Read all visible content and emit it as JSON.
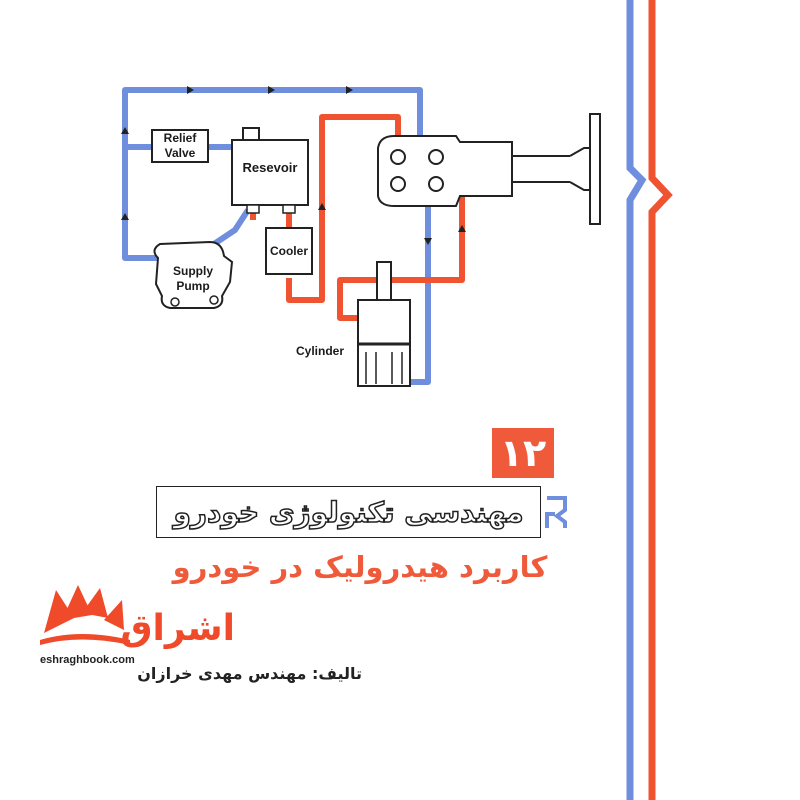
{
  "diagram": {
    "labels": {
      "relief_valve_line1": "Relief",
      "relief_valve_line2": "Valve",
      "reservoir": "Resevoir",
      "cooler": "Cooler",
      "supply_pump_line1": "Supply",
      "supply_pump_line2": "Pump",
      "cylinder": "Cylinder"
    }
  },
  "cover": {
    "volume_number": "۱۲",
    "series_title": "مهندسی تکنولوژی خودرو",
    "book_title": "کاربرد هیدرولیک در خودرو",
    "author": "تالیف: مهندس مهدی خرازان"
  },
  "watermark": {
    "brand_text": "اشراق",
    "url": "eshraghbook.com"
  },
  "colors": {
    "blue_line": "#6f8fde",
    "red_line": "#f0532f",
    "accent": "#ef5b3a",
    "outline": "#222222"
  }
}
